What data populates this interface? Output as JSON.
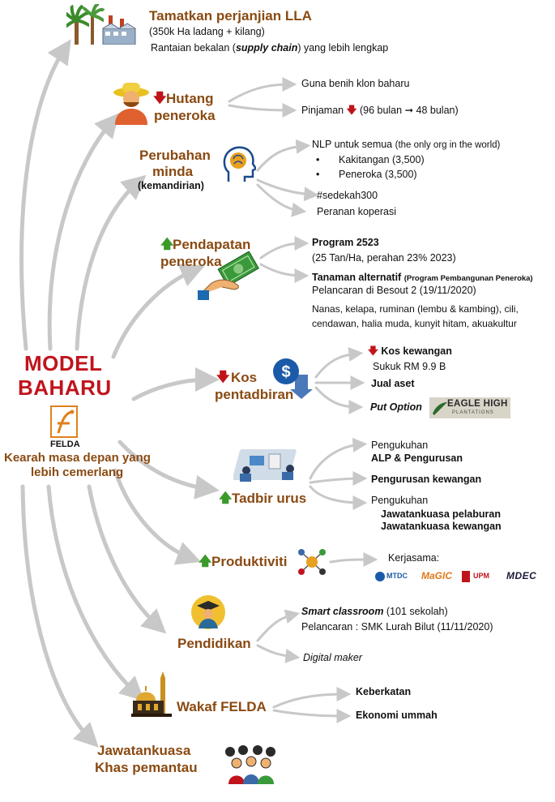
{
  "center": {
    "title_line1": "MODEL",
    "title_line2": "BAHARU",
    "felda_label": "FELDA",
    "tagline_line1": "Kearah masa depan yang",
    "tagline_line2": "lebih cemerlang"
  },
  "nodes": {
    "lla": {
      "title": "Tamatkan perjanjian LLA",
      "sub": "(350k Ha ladang + kilang)",
      "supply_pre": "Rantaian bekalan (",
      "supply_em": "supply chain",
      "supply_post": ") yang lebih lengkap"
    },
    "hutang": {
      "title_line1": "Hutang",
      "title_line2": "peneroka",
      "item1": "Guna benih klon baharu",
      "item2_a": "Pinjaman",
      "item2_b": "(96 bulan",
      "item2_c": "48 bulan)"
    },
    "minda": {
      "title_line1": "Perubahan",
      "title_line2": "minda",
      "title_line3": "(kemandirian)",
      "nlp": "NLP untuk semua",
      "nlp_note": "(the only org in the world)",
      "bullet": "•",
      "kakitangan": "Kakitangan (3,500)",
      "peneroka": "Peneroka (3,500)",
      "sedekah": "#sedekah300",
      "koperasi": "Peranan koperasi"
    },
    "pendapatan": {
      "title_line1": "Pendapatan",
      "title_line2": "peneroka",
      "program": "Program 2523",
      "program_sub": "(25 Tan/Ha, perahan 23% 2023)",
      "tanaman": "Tanaman alternatif",
      "tanaman_note": "(Program Pembangunan Peneroka)",
      "pelancaran": "Pelancaran di Besout 2 (19/11/2020)",
      "crops_line1": "Nanas, kelapa, ruminan (lembu & kambing), cili,",
      "crops_line2": "cendawan, halia muda, kunyit hitam, akuakultur"
    },
    "kos": {
      "title_line1": "Kos",
      "title_line2": "pentadbiran",
      "kewangan": "Kos kewangan",
      "sukuk": "Sukuk RM 9.9 B",
      "jual": "Jual aset",
      "put": "Put Option",
      "eagle_line1": "EAGLE HIGH",
      "eagle_line2": "PLANTATIONS"
    },
    "tadbir": {
      "title": "Tadbir urus",
      "p1": "Pengukuhan",
      "alp": "ALP & Pengurusan",
      "pk": "Pengurusan kewangan",
      "p2": "Pengukuhan",
      "jp": "Jawatankuasa pelaburan",
      "jk": "Jawatankuasa kewangan"
    },
    "produktiviti": {
      "title": "Produktiviti",
      "kerjasama": "Kerjasama:",
      "logo_mtdc": "MTDC",
      "logo_magic": "MaGIC",
      "logo_upm": "UPM",
      "logo_mdec": "MDEC"
    },
    "pendidikan": {
      "title": "Pendidikan",
      "smart": "Smart classroom",
      "smart_note": "(101 sekolah)",
      "pelancaran": "Pelancaran : SMK Lurah Bilut (11/11/2020)",
      "digital": "Digital maker"
    },
    "wakaf": {
      "title": "Wakaf FELDA",
      "item1": "Keberkatan",
      "item2": "Ekonomi ummah"
    },
    "jawatankuasa": {
      "title_line1": "Jawatankuasa",
      "title_line2": "Khas pemantau"
    }
  },
  "glyphs": {
    "arrow_up": "🡅",
    "arrow_down": "🡇",
    "arrow_right": "➞"
  },
  "colors": {
    "heading": "#8a4a12",
    "model": "#c0141c",
    "up": "#3a9a2a",
    "down": "#c0141c",
    "arrow": "#c8c8c8"
  },
  "icons": [
    "palm-factory-icon",
    "farmer-icon",
    "brain-head-icon",
    "money-hand-icon",
    "dollar-down-icon",
    "teamwork-desk-icon",
    "network-icon",
    "graduation-icon",
    "mosque-icon",
    "people-group-icon",
    "felda-logo-icon"
  ]
}
